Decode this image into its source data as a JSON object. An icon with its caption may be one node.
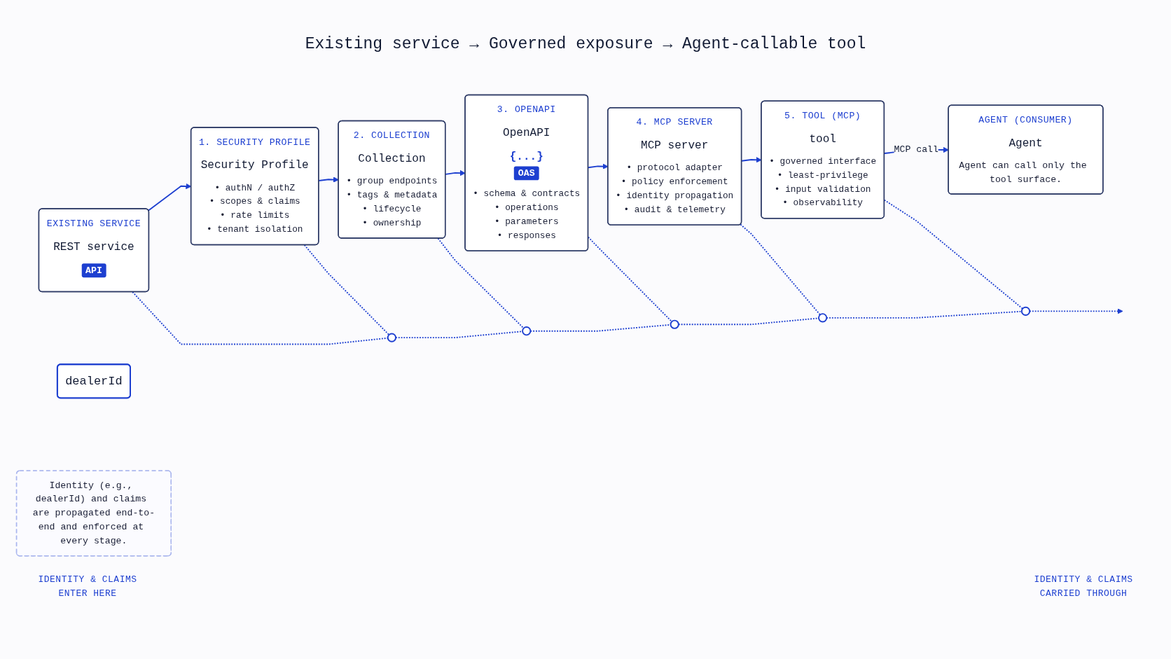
{
  "diagram": {
    "title": "Existing service → Governed exposure → Agent-callable tool",
    "nodes": [
      {
        "text": [
          "EXISTING SERVICE",
          "REST service",
          "API"
        ]
      },
      {
        "text": [
          "1. SECURITY PROFILE",
          "Security Profile",
          "• authN / authZ",
          "• scopes & claims",
          "• rate limits",
          "• tenant isolation"
        ]
      },
      {
        "text": [
          "2. COLLECTION",
          "Collection",
          "• group endpoints",
          "• tags & metadata",
          "• lifecycle",
          "• ownership"
        ]
      },
      {
        "text": [
          "3. OPENAPI",
          "OpenAPI",
          "{...}",
          "OAS",
          "• schema & contracts",
          "• operations",
          "• parameters",
          "• responses"
        ]
      },
      {
        "text": [
          "4. MCP SERVER",
          "MCP server",
          "• protocol adapter",
          "• policy enforcement",
          "• identity propagation",
          "• audit & telemetry"
        ]
      },
      {
        "text": [
          "5. TOOL (MCP)",
          "tool",
          "• governed interface",
          "• least-privilege",
          "• input validation",
          "• observability"
        ]
      },
      {
        "text": [
          "AGENT (CONSUMER)",
          "Agent",
          "Agent can call only the tool surface."
        ]
      },
      {
        "text": [],
        "shape": "circle"
      },
      {
        "text": [],
        "shape": "circle"
      },
      {
        "text": [],
        "shape": "circle"
      },
      {
        "text": [],
        "shape": "circle"
      },
      {
        "text": [],
        "shape": "circle"
      },
      {
        "text": [
          "dealerId"
        ]
      },
      {
        "text": [
          "Identity (e.g., dealerId) and claims are propagated end-to-end and enforced at every stage."
        ]
      }
    ],
    "edges": [
      {
        "from": 0,
        "to": 1,
        "arrow": "to"
      },
      {
        "from": 1,
        "to": 2,
        "arrow": "to"
      },
      {
        "from": 2,
        "to": 3,
        "arrow": "to"
      },
      {
        "from": 3,
        "to": 4,
        "arrow": "to"
      },
      {
        "from": 4,
        "to": 5,
        "arrow": "to"
      },
      {
        "from": 5,
        "to": 6,
        "arrow": "to",
        "label": "MCP call"
      },
      {
        "from": 0,
        "to": 7,
        "arrow": "none",
        "style": "dashed"
      },
      {
        "from": 1,
        "to": 7,
        "arrow": "none",
        "style": "dashed"
      },
      {
        "from": 7,
        "to": 8,
        "arrow": "none",
        "style": "dashed"
      },
      {
        "from": 2,
        "to": 8,
        "arrow": "none",
        "style": "dashed"
      },
      {
        "from": 8,
        "to": 9,
        "arrow": "none",
        "style": "dashed"
      },
      {
        "from": 3,
        "to": 9,
        "arrow": "none",
        "style": "dashed"
      },
      {
        "from": 9,
        "to": 10,
        "arrow": "none",
        "style": "dashed"
      },
      {
        "from": 4,
        "to": 10,
        "arrow": "none",
        "style": "dashed"
      },
      {
        "from": 10,
        "to": 11,
        "arrow": "none",
        "style": "dashed"
      },
      {
        "from": 5,
        "to": 11,
        "arrow": "none",
        "style": "dashed"
      },
      {
        "from": 11,
        "to": null,
        "arrow": "to",
        "style": "dashed"
      }
    ],
    "labels": [
      "IDENTITY & CLAIMS ENTER HERE",
      "IDENTITY & CLAIMS CARRIED THROUGH"
    ]
  }
}
